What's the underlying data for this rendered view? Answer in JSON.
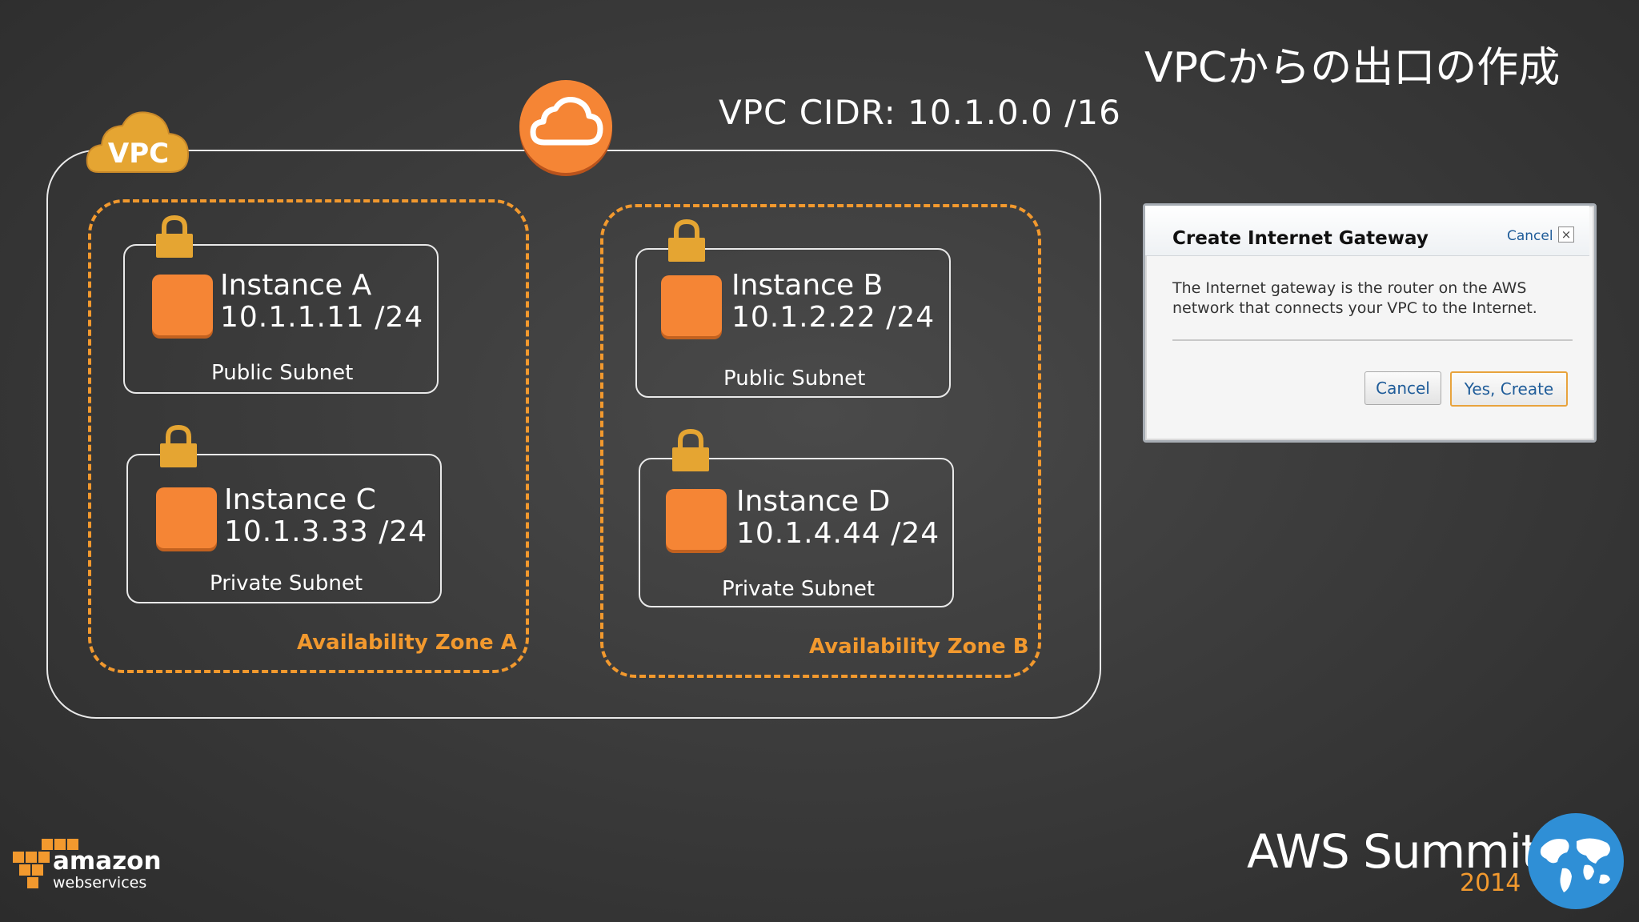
{
  "slide": {
    "title": "VPCからの出口の作成",
    "cidr": "VPC CIDR: 10.1.0.0 /16",
    "vpc_badge": "VPC"
  },
  "zones": [
    {
      "label": "Availability Zone A",
      "subnets": [
        {
          "name": "Instance A",
          "ip": "10.1.1.11 /24",
          "type": "Public Subnet"
        },
        {
          "name": "Instance C",
          "ip": "10.1.3.33 /24",
          "type": "Private Subnet"
        }
      ]
    },
    {
      "label": "Availability Zone B",
      "subnets": [
        {
          "name": "Instance B",
          "ip": "10.1.2.22 /24",
          "type": "Public Subnet"
        },
        {
          "name": "Instance D",
          "ip": "10.1.4.44 /24",
          "type": "Private Subnet"
        }
      ]
    }
  ],
  "dialog": {
    "title": "Create Internet Gateway",
    "cancel_link": "Cancel",
    "close_glyph": "×",
    "body": "The Internet gateway is the router on the AWS network that connects your VPC to the Internet.",
    "cancel_button": "Cancel",
    "confirm_button": "Yes, Create"
  },
  "branding": {
    "amazon": "amazon",
    "webservices": "webservices",
    "summits": "AWS Summits",
    "year": "2014"
  },
  "icons": {
    "vpc_badge": "cloud-badge-icon",
    "gateway": "internet-gateway-cloud-icon",
    "lock": "lock-icon",
    "instance": "instance-square-icon",
    "globe": "globe-icon",
    "amazon_cubes": "amazon-boxes-icon"
  },
  "colors": {
    "accent_orange": "#f2992e",
    "instance_orange": "#f58535",
    "badge_gold": "#e5a532",
    "globe_blue": "#2f8fd6",
    "link_blue": "#1f5c99"
  }
}
